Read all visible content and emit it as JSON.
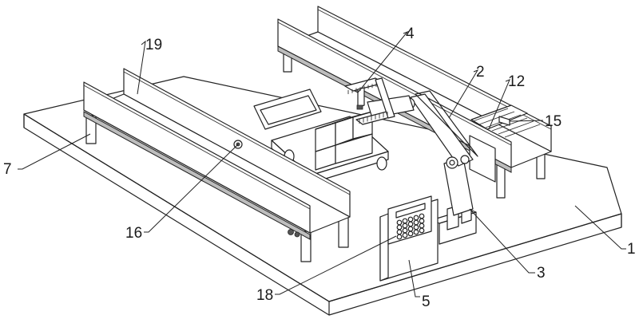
{
  "figure": {
    "type": "patent-style isometric line drawing",
    "subject": "conveyor loading system with robotic arm, cart and control box",
    "line_color": "#222222",
    "background": "#ffffff",
    "callouts": [
      {
        "id": "label-1",
        "text": "1",
        "part": "base plate"
      },
      {
        "id": "label-2",
        "text": "2",
        "part": "robotic arm"
      },
      {
        "id": "label-3",
        "text": "3",
        "part": "arm base bracket"
      },
      {
        "id": "label-4",
        "text": "4",
        "part": "gripper claw"
      },
      {
        "id": "label-5",
        "text": "5",
        "part": "control box"
      },
      {
        "id": "label-7",
        "text": "7",
        "part": "conveyor support leg"
      },
      {
        "id": "label-12",
        "text": "12",
        "part": "transfer roller section"
      },
      {
        "id": "label-15",
        "text": "15",
        "part": "sensor"
      },
      {
        "id": "label-16",
        "text": "16",
        "part": "side-wall fastener"
      },
      {
        "id": "label-18",
        "text": "18",
        "part": "keypad"
      },
      {
        "id": "label-19",
        "text": "19",
        "part": "conveyor side wall"
      }
    ]
  }
}
